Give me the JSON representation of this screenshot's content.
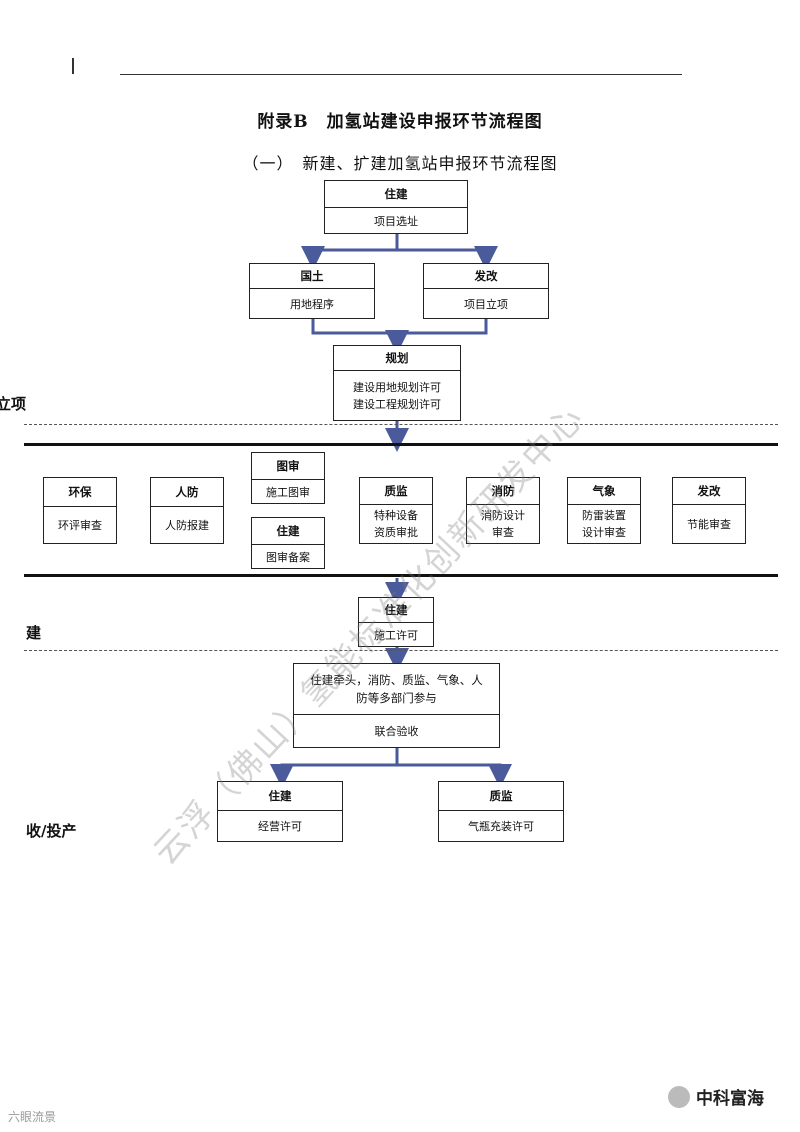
{
  "heading": {
    "title": "附录B　加氢站建设申报环节流程图",
    "subtitle": "（一）　新建、扩建加氢站申报环节流程图"
  },
  "stages": {
    "project": "立项",
    "build": "建",
    "acceptance": "验收/投产"
  },
  "stage_visible": {
    "project": "立项",
    "build": "建",
    "acceptance": "收/投产"
  },
  "boxes": {
    "site": {
      "head": "住建",
      "body": [
        "项目选址"
      ]
    },
    "land": {
      "head": "国土",
      "body": [
        "用地程序"
      ]
    },
    "approval": {
      "head": "发改",
      "body": [
        "项目立项"
      ]
    },
    "planning": {
      "head": "规划",
      "body": [
        "建设用地规划许可",
        "建设工程规划许可"
      ]
    },
    "env": {
      "head": "环保",
      "body": [
        "环评审查"
      ]
    },
    "civil": {
      "head": "人防",
      "body": [
        "人防报建"
      ]
    },
    "drawing": {
      "head": "图审",
      "body": [
        "施工图审"
      ]
    },
    "drawing_record": {
      "head": "住建",
      "body": [
        "图审备案"
      ]
    },
    "quality": {
      "head": "质监",
      "body": [
        "特种设备",
        "资质审批"
      ]
    },
    "fire": {
      "head": "消防",
      "body": [
        "消防设计",
        "审查"
      ]
    },
    "weather": {
      "head": "气象",
      "body": [
        "防雷装置",
        "设计审查"
      ]
    },
    "energy": {
      "head": "发改",
      "body": [
        "节能审查"
      ]
    },
    "construction": {
      "head": "住建",
      "body": [
        "施工许可"
      ]
    },
    "joint": {
      "body_top": [
        "住建牵头，消防、质监、气象、人",
        "防等多部门参与"
      ],
      "body": [
        "联合验收"
      ]
    },
    "operation": {
      "head": "住建",
      "body": [
        "经营许可"
      ]
    },
    "cylinder": {
      "head": "质监",
      "body": [
        "气瓶充装许可"
      ]
    }
  },
  "watermark": "云浮（佛山）氢能标准化创新研发中心",
  "logos": {
    "right": "中科富海",
    "left": "六眼流景"
  },
  "colors": {
    "arrow": "#4a5a9a",
    "border": "#222222"
  }
}
